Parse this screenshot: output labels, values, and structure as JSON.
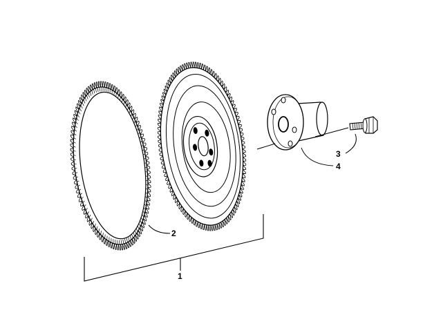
{
  "callouts": {
    "c1": "1",
    "c2": "2",
    "c3": "3",
    "c4": "4"
  },
  "colors": {
    "line": "#000000",
    "fill": "#ffffff"
  }
}
